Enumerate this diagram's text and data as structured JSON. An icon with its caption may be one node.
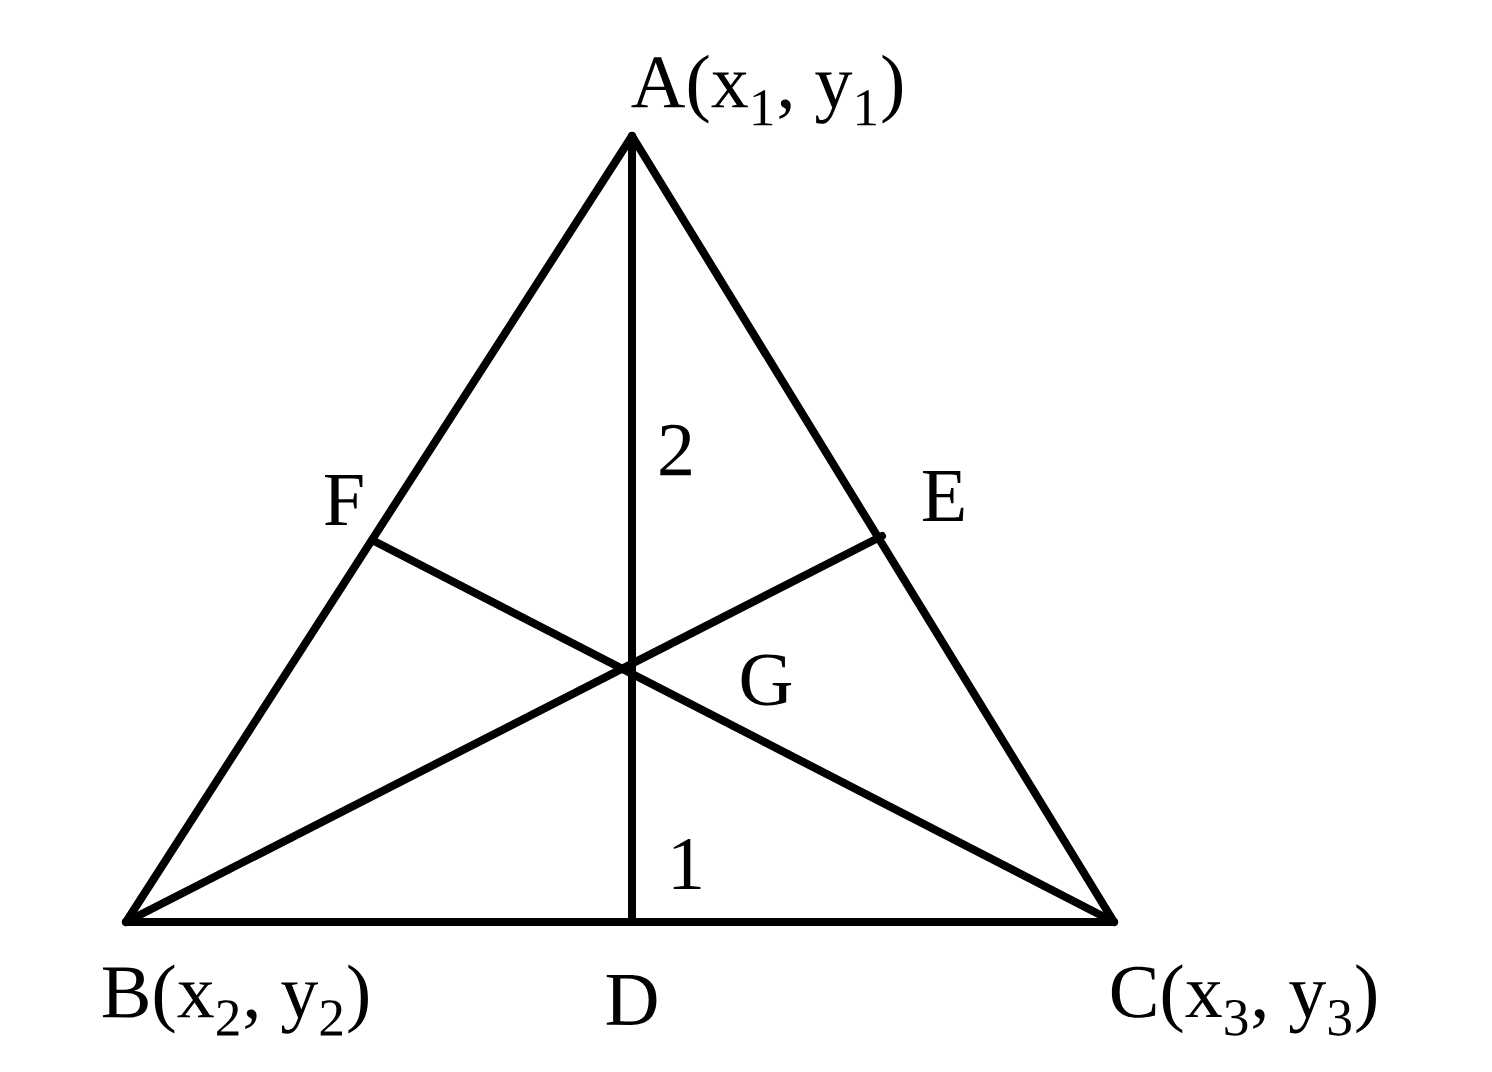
{
  "diagram": {
    "nodes": [
      {
        "text": [
          "A(x$_{1}$, y$_{1}$)"
        ]
      },
      {
        "text": [
          "F"
        ]
      },
      {
        "text": [
          "E"
        ]
      },
      {
        "text": [
          "G"
        ]
      },
      {
        "text": [
          "B(x$_{2}$, y$_{2}$)"
        ]
      },
      {
        "text": [
          "D"
        ]
      },
      {
        "text": [
          "C(x$_{3}$, y$_{3}$)"
        ]
      }
    ],
    "edges": [
      {
        "from": 0,
        "to": 4,
        "arrow": "none"
      },
      {
        "from": 4,
        "to": 6,
        "arrow": "none"
      },
      {
        "from": 6,
        "to": 0,
        "arrow": "none"
      },
      {
        "from": 0,
        "to": 5,
        "arrow": "none"
      },
      {
        "from": 4,
        "to": 2,
        "arrow": "none"
      },
      {
        "from": 6,
        "to": 1,
        "arrow": "none"
      }
    ],
    "labels": [
      "2",
      "1"
    ]
  }
}
